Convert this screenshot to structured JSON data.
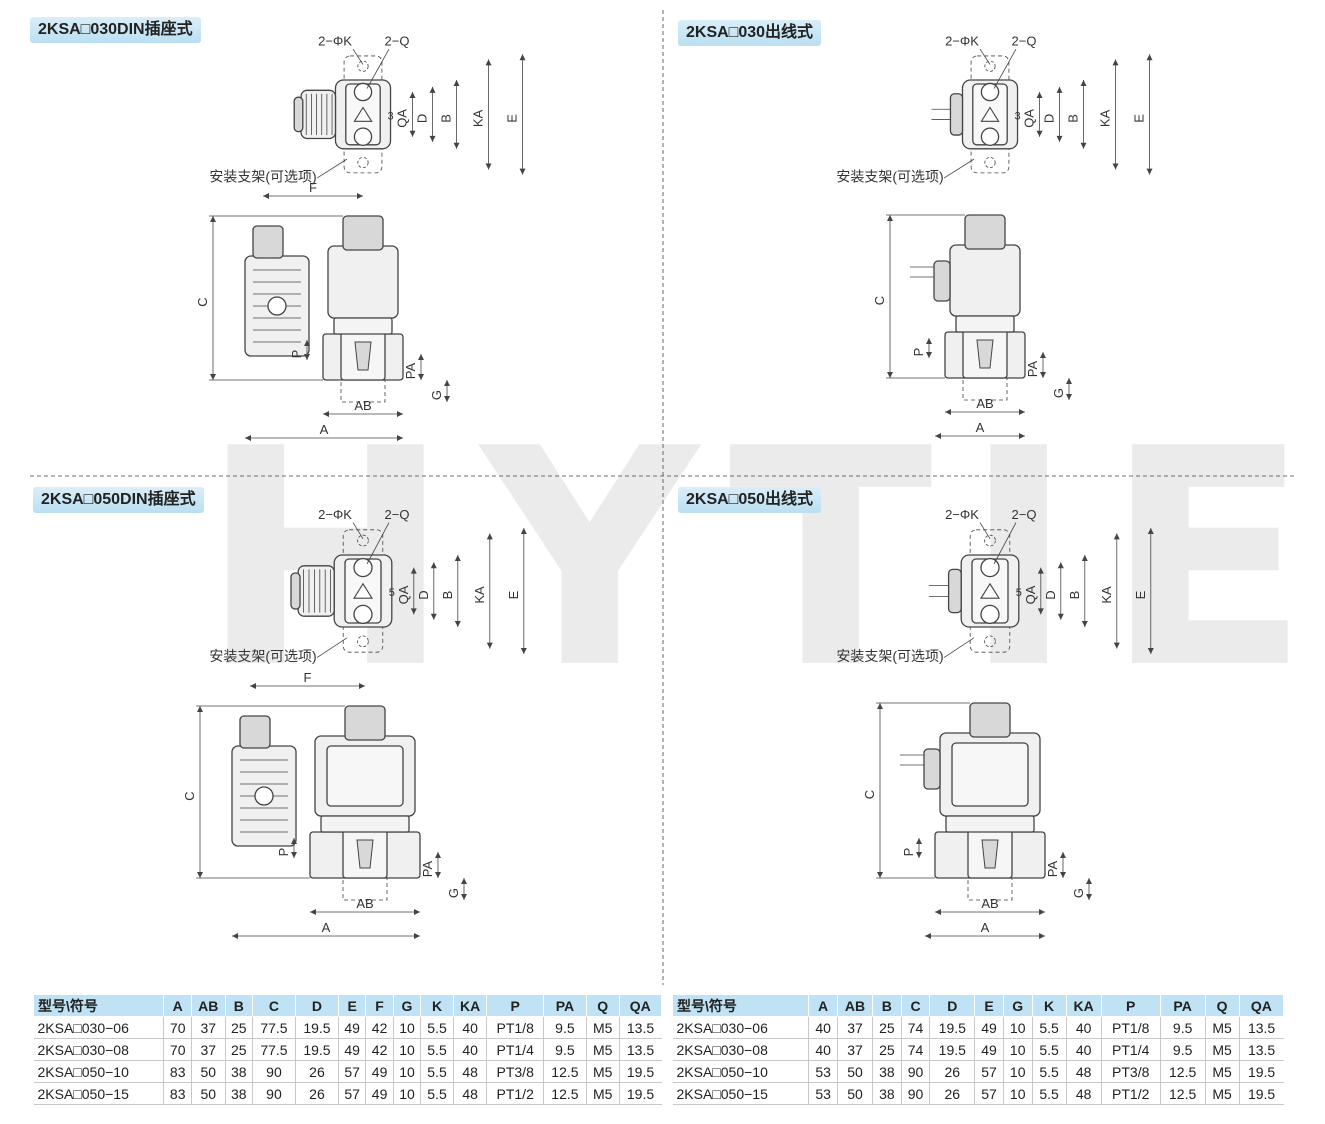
{
  "watermark": "HYTIE",
  "sections": [
    {
      "title": "2KSA□030DIN插座式"
    },
    {
      "title": "2KSA□030出线式"
    },
    {
      "title": "2KSA□050DIN插座式"
    },
    {
      "title": "2KSA□050出线式"
    }
  ],
  "dims": {
    "hole": "2−ΦK",
    "thread": "2−Q",
    "bracket": "安装支架(可选项)",
    "QA": "QA",
    "D": "D",
    "B": "B",
    "KA": "KA",
    "E": "E",
    "F": "F",
    "C": "C",
    "P": "P",
    "PA": "PA",
    "G": "G",
    "AB": "AB",
    "A": "A",
    "port_030": "3",
    "port_050": "5"
  },
  "colors": {
    "line": "#444444",
    "fill": "#f0f0f0",
    "fill_dark": "#d8d8d8",
    "accent": "#bfe3f5"
  },
  "tables": [
    {
      "headers": [
        "型号\\符号",
        "A",
        "AB",
        "B",
        "C",
        "D",
        "E",
        "F",
        "G",
        "K",
        "KA",
        "P",
        "PA",
        "Q",
        "QA"
      ],
      "rows": [
        [
          "2KSA□030−06",
          "70",
          "37",
          "25",
          "77.5",
          "19.5",
          "49",
          "42",
          "10",
          "5.5",
          "40",
          "PT1/8",
          "9.5",
          "M5",
          "13.5"
        ],
        [
          "2KSA□030−08",
          "70",
          "37",
          "25",
          "77.5",
          "19.5",
          "49",
          "42",
          "10",
          "5.5",
          "40",
          "PT1/4",
          "9.5",
          "M5",
          "13.5"
        ],
        [
          "2KSA□050−10",
          "83",
          "50",
          "38",
          "90",
          "26",
          "57",
          "49",
          "10",
          "5.5",
          "48",
          "PT3/8",
          "12.5",
          "M5",
          "19.5"
        ],
        [
          "2KSA□050−15",
          "83",
          "50",
          "38",
          "90",
          "26",
          "57",
          "49",
          "10",
          "5.5",
          "48",
          "PT1/2",
          "12.5",
          "M5",
          "19.5"
        ]
      ]
    },
    {
      "headers": [
        "型号\\符号",
        "A",
        "AB",
        "B",
        "C",
        "D",
        "E",
        "G",
        "K",
        "KA",
        "P",
        "PA",
        "Q",
        "QA"
      ],
      "rows": [
        [
          "2KSA□030−06",
          "40",
          "37",
          "25",
          "74",
          "19.5",
          "49",
          "10",
          "5.5",
          "40",
          "PT1/8",
          "9.5",
          "M5",
          "13.5"
        ],
        [
          "2KSA□030−08",
          "40",
          "37",
          "25",
          "74",
          "19.5",
          "49",
          "10",
          "5.5",
          "40",
          "PT1/4",
          "9.5",
          "M5",
          "13.5"
        ],
        [
          "2KSA□050−10",
          "53",
          "50",
          "38",
          "90",
          "26",
          "57",
          "10",
          "5.5",
          "48",
          "PT3/8",
          "12.5",
          "M5",
          "19.5"
        ],
        [
          "2KSA□050−15",
          "53",
          "50",
          "38",
          "90",
          "26",
          "57",
          "10",
          "5.5",
          "48",
          "PT1/2",
          "12.5",
          "M5",
          "19.5"
        ]
      ]
    }
  ]
}
